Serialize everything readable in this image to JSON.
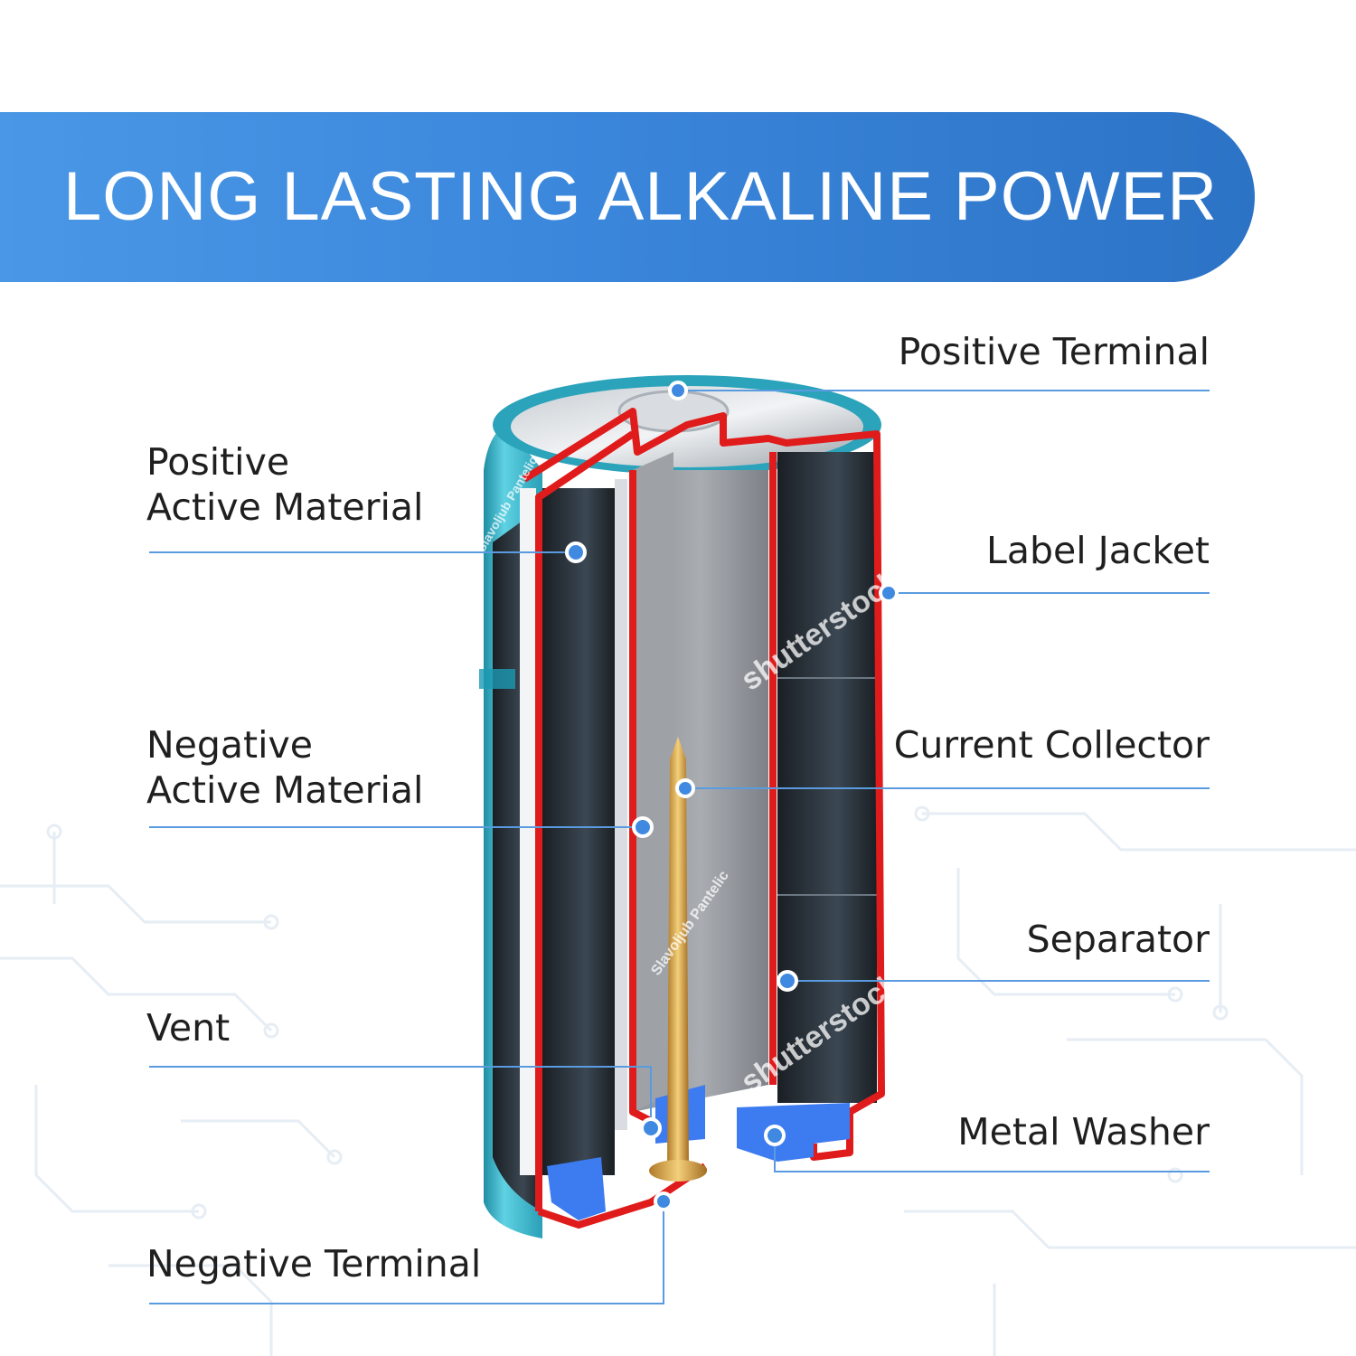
{
  "banner": {
    "title": "LONG LASTING ALKALINE POWER"
  },
  "labels": {
    "positive_terminal": "Positive Terminal",
    "positive_active_material": [
      "Positive",
      "Active Material"
    ],
    "label_jacket": "Label Jacket",
    "negative_active_material": [
      "Negative",
      "Active Material"
    ],
    "current_collector": "Current Collector",
    "separator": "Separator",
    "vent": "Vent",
    "metal_washer": "Metal Washer",
    "negative_terminal": "Negative Terminal"
  },
  "watermark": {
    "brand": "shutterstock",
    "author": "Slavoljub Pantelic"
  },
  "colors": {
    "banner_start": "#4a97e6",
    "banner_end": "#2c73c6",
    "callout_line": "#5a9be0",
    "callout_dot": "#3f8ae0",
    "casing_red": "#e01b1b",
    "jacket_teal": "#36b3c9",
    "gasket_blue": "#3d7bf0",
    "collector_brass": "#d8a24a"
  }
}
